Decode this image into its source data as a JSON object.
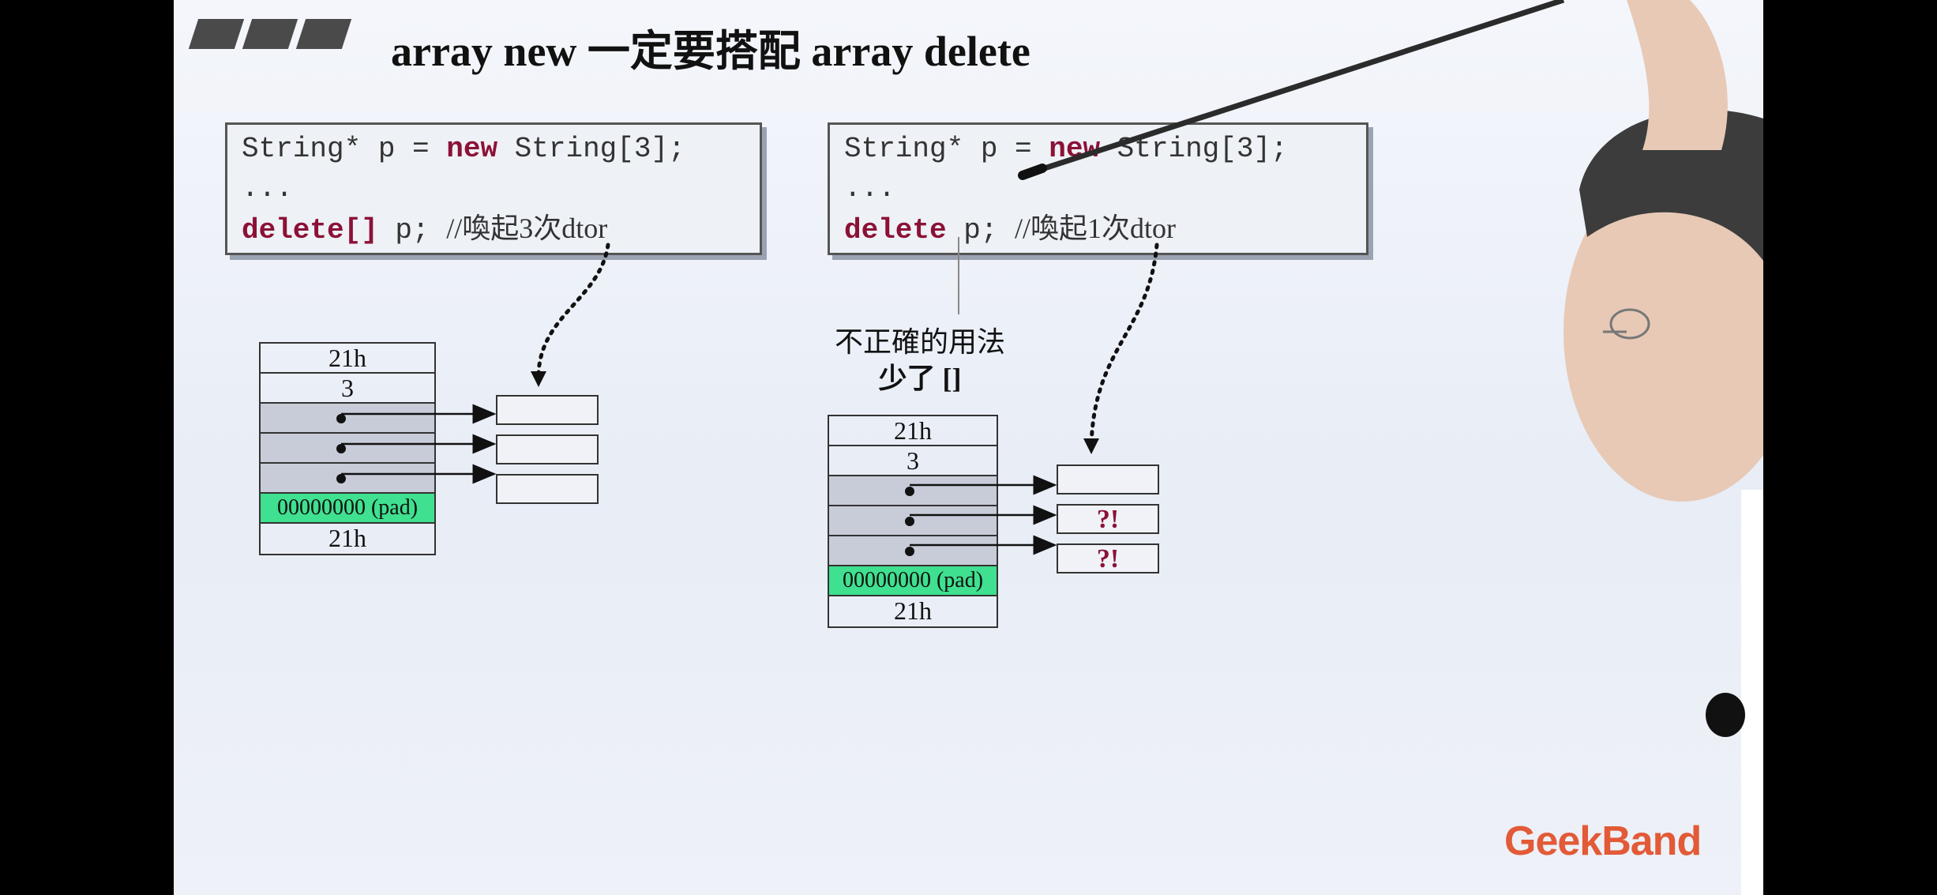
{
  "title": "array new 一定要搭配 array delete",
  "left": {
    "code": {
      "line1_a": "String* p = ",
      "line1_kw": "new",
      "line1_b": " String[3];",
      "line2": "...",
      "line3_kw": "delete[]",
      "line3_b": " p; ",
      "line3_comment": "//喚起3次dtor"
    },
    "memory": [
      "21h",
      "3",
      "",
      "",
      "",
      "00000000 (pad)",
      "21h"
    ],
    "targets": [
      "",
      "",
      ""
    ]
  },
  "right": {
    "code": {
      "line1_a": "String* p = ",
      "line1_kw": "new",
      "line1_b": " String[3];",
      "line2": "...",
      "line3_kw": "delete",
      "line3_b": " p; ",
      "line3_comment": "//喚起1次dtor"
    },
    "note_line1": "不正確的用法",
    "note_line2": "少了 []",
    "memory": [
      "21h",
      "3",
      "",
      "",
      "",
      "00000000 (pad)",
      "21h"
    ],
    "targets": [
      "",
      "?!",
      "?!"
    ]
  },
  "logo": "GeekBand",
  "colors": {
    "keyword": "#8c1136",
    "pad": "#3fe08f",
    "logo": "#e25a37"
  }
}
